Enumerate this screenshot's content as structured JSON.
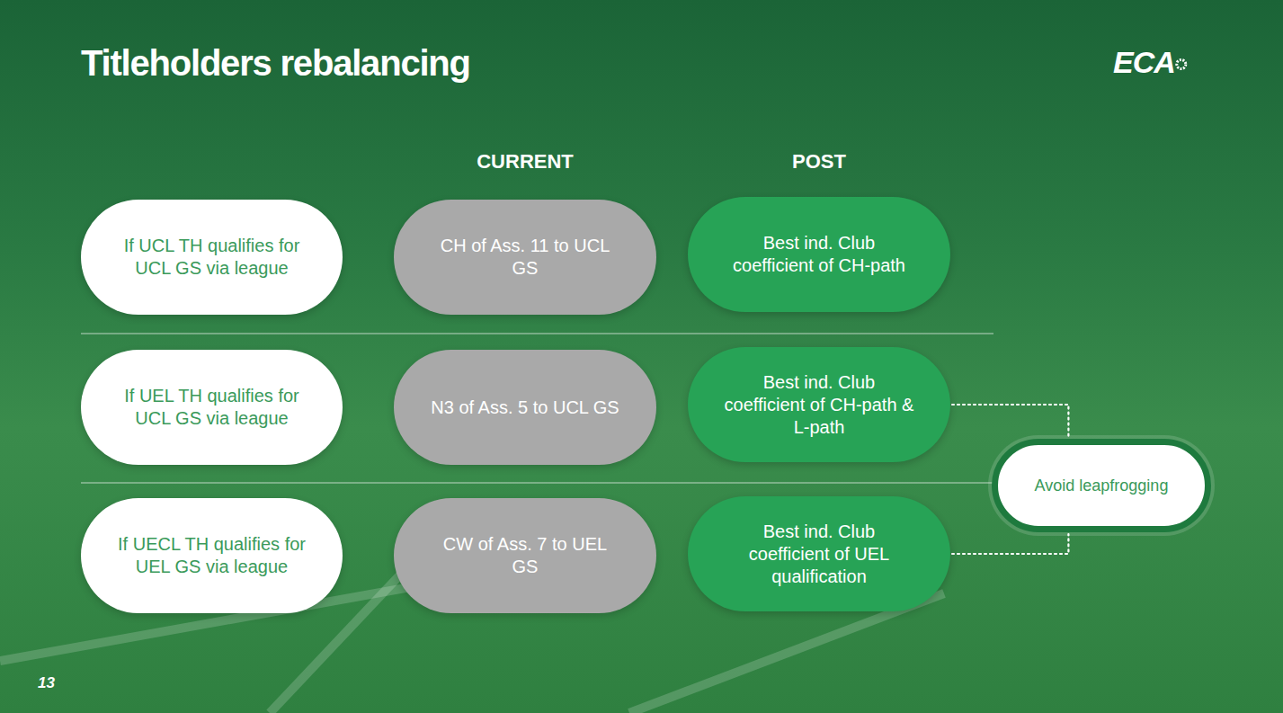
{
  "diagram": {
    "title": "Titleholders rebalancing",
    "nodes": [
      {
        "text": [
          "If UCL TH qualifies for UCL GS via league"
        ]
      },
      {
        "text": [
          "CH of Ass. 11 to UCL GS"
        ]
      },
      {
        "text": [
          "Best ind. Club coefficient of CH-path"
        ]
      },
      {
        "text": [
          "If UEL TH qualifies for UCL GS via league"
        ]
      },
      {
        "text": [
          "N3 of Ass. 5 to UCL GS"
        ]
      },
      {
        "text": [
          "Best ind. Club coefficient of CH-path & L-path"
        ]
      },
      {
        "text": [
          "If UECL TH qualifies for UEL GS via league"
        ]
      },
      {
        "text": [
          "CW of Ass. 7 to UEL GS"
        ]
      },
      {
        "text": [
          "Best ind. Club coefficient of UEL qualification"
        ]
      },
      {
        "text": [
          "Avoid leapfrogging"
        ]
      }
    ],
    "edges": [
      {
        "from": 5,
        "to": 9,
        "arrow": "none"
      },
      {
        "from": 8,
        "to": 9,
        "arrow": "none"
      }
    ],
    "labels": [
      "CURRENT",
      "POST",
      "ECA",
      "13"
    ]
  }
}
